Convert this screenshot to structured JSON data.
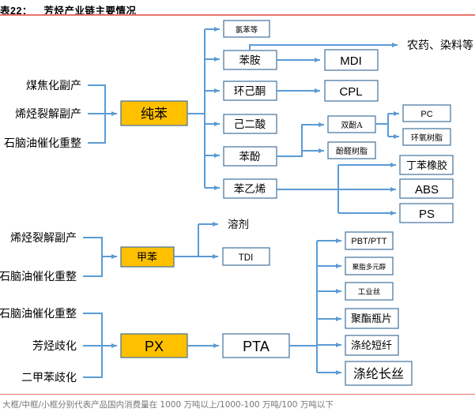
{
  "title": {
    "prefix": "表",
    "number": "22",
    "sep": "：",
    "text": "芳烃产业链主要情况"
  },
  "colors": {
    "highlight_fill": "#ffc000",
    "connector": "#5b9bd5",
    "box_border": "#41719c",
    "rule": "#e8746a"
  },
  "benzene": {
    "sources": [
      "煤焦化副产",
      "烯烃裂解副产",
      "石脑油催化重整"
    ],
    "hub": "纯苯",
    "products": [
      "氯苯等",
      "苯胺",
      "环己酮",
      "己二酸",
      "苯酚",
      "苯乙烯"
    ],
    "aniline_outputs": [
      "农药、染料等",
      "MDI"
    ],
    "cyclohexanone_output": "CPL",
    "phenol_outputs": [
      "双酚A",
      "酚醛树脂"
    ],
    "bpa_outputs": [
      "PC",
      "环氧树脂"
    ],
    "styrene_outputs": [
      "丁苯橡胶",
      "ABS",
      "PS"
    ]
  },
  "toluene": {
    "sources": [
      "烯烃裂解副产",
      "石脑油催化重整"
    ],
    "hub": "甲苯",
    "outputs": [
      "溶剂",
      "TDI"
    ]
  },
  "px": {
    "sources": [
      "石脑油催化重整",
      "芳烃歧化",
      "二甲苯歧化"
    ],
    "hub": "PX",
    "intermediate": "PTA",
    "pta_outputs": [
      "PBT/PTT",
      "聚脂多元醇",
      "工业丝",
      "聚酯瓶片",
      "涤纶短纤",
      "涤纶长丝"
    ]
  },
  "footnote": "大框/中框/小框分别代表产品国内消费量在 1000 万吨以上/1000-100 万吨/100 万吨以下"
}
